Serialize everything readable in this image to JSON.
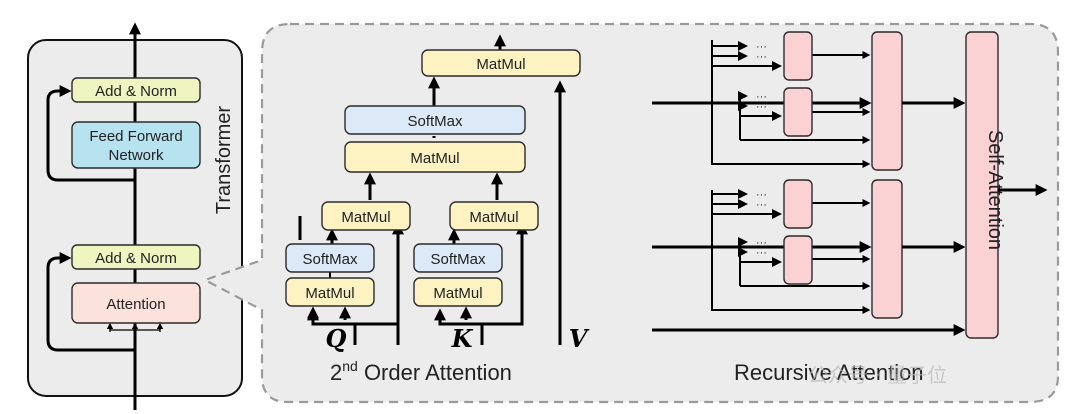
{
  "colors": {
    "panel_bg": "#ececec",
    "yellow": "#fdf2c2",
    "yellow_green": "#eff5c0",
    "blue": "#dce9f6",
    "cyan": "#b7e2ef",
    "pink": "#fbe3dc",
    "rose": "#fbd2d4"
  },
  "transformer": {
    "title": "Transformer",
    "add_norm_top": "Add & Norm",
    "feed_forward_line1": "Feed Forward",
    "feed_forward_line2": "Network",
    "add_norm_bottom": "Add & Norm",
    "attention": "Attention"
  },
  "second_order": {
    "caption_main": "2",
    "caption_sup": "nd",
    "caption_rest": " Order Attention",
    "matmul_top": "MatMul",
    "softmax_mid": "SoftMax",
    "matmul_mid": "MatMul",
    "matmul_left": "MatMul",
    "softmax_left": "SoftMax",
    "matmul_left_low": "MatMul",
    "matmul_right": "MatMul",
    "softmax_right": "SoftMax",
    "matmul_right_low": "MatMul",
    "q": "Q",
    "k": "K",
    "v": "V"
  },
  "recursive": {
    "caption": "Recursive Attention",
    "self_attention": "Self-Attention",
    "ellipsis": "···"
  },
  "watermark": "公众号 · 量子位"
}
